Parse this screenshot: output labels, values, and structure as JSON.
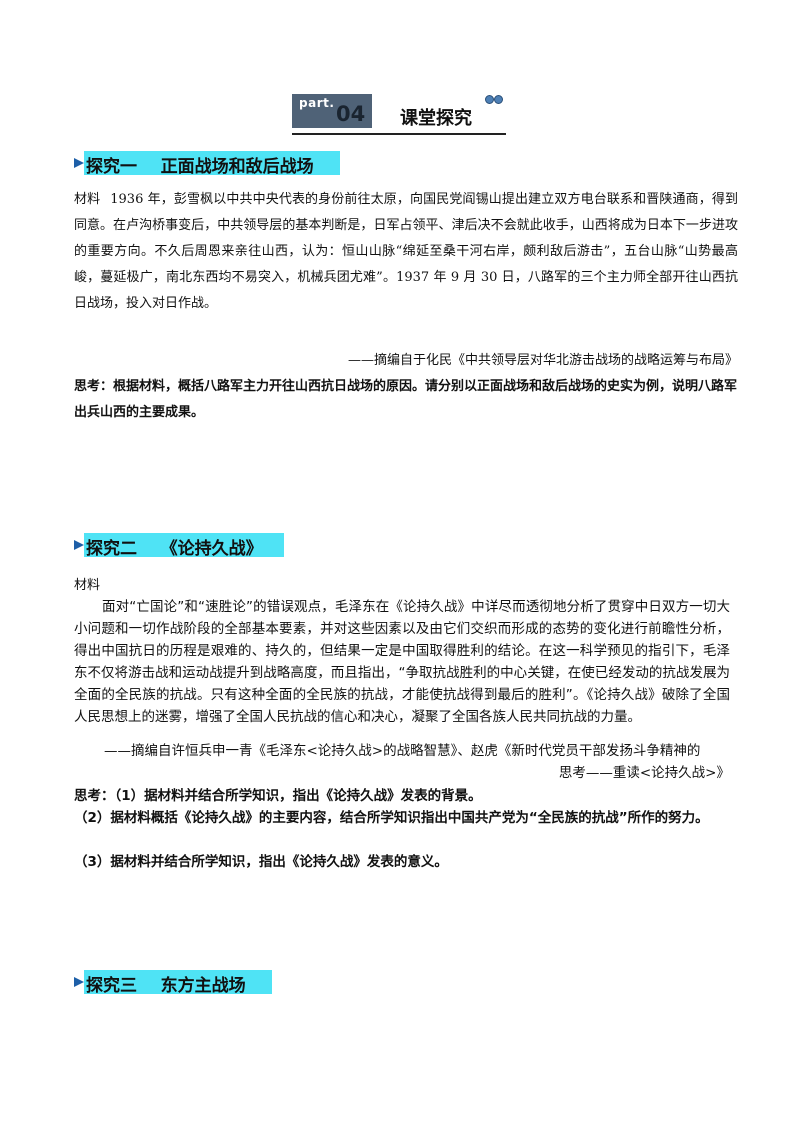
{
  "header": {
    "part_label": "part.",
    "part_number": "04",
    "title": "课堂探究"
  },
  "section1": {
    "heading": "探究一    正面战场和敌后战场",
    "material_label": "材料",
    "material_text": "1936 年，彭雪枫以中共中央代表的身份前往太原，向国民党阎锡山提出建立双方电台联系和晋陕通商，得到同意。在卢沟桥事变后，中共领导层的基本判断是，日军占领平、津后决不会就此收手，山西将成为日本下一步进攻的重要方向。不久后周恩来亲往山西，认为：恒山山脉“绵延至桑干河右岸，颇利敌后游击”，五台山脉“山势最高峻，蔓延极广，南北东西均不易突入，机械兵团尤难”。1937 年 9 月 30 日，八路军的三个主力师全部开往山西抗日战场，投入对日作战。",
    "source": "——摘编自于化民《中共领导层对华北游击战场的战略运筹与布局》",
    "question": "思考：根据材料，概括八路军主力开往山西抗日战场的原因。请分别以正面战场和敌后战场的史实为例，说明八路军出兵山西的主要成果。"
  },
  "section2": {
    "heading": "探究二    《论持久战》",
    "material_label": "材料",
    "material_text": "面对“亡国论”和“速胜论”的错误观点，毛泽东在《论持久战》中详尽而透彻地分析了贯穿中日双方一切大小问题和一切作战阶段的全部基本要素，并对这些因素以及由它们交织而形成的态势的变化进行前瞻性分析，得出中国抗日的历程是艰难的、持久的，但结果一定是中国取得胜利的结论。在这一科学预见的指引下，毛泽东不仅将游击战和运动战提升到战略高度，而且指出，“争取抗战胜利的中心关键，在使已经发动的抗战发展为全面的全民族的抗战。只有这种全面的全民族的抗战，才能使抗战得到最后的胜利”。《论持久战》破除了全国人民思想上的迷雾，增强了全国人民抗战的信心和决心，凝聚了全国各族人民共同抗战的力量。",
    "source_line1": "——摘编自许恒兵申一青《毛泽东<论持久战>的战略智慧》、赵虎《新时代党员干部发扬斗争精神的",
    "source_line2": "思考——重读<论持久战>》",
    "q1": "思考：（1）据材料并结合所学知识，指出《论持久战》发表的背景。",
    "q2": "（2）据材料概括《论持久战》的主要内容，结合所学知识指出中国共产党为“全民族的抗战”所作的努力。",
    "q3": "（3）据材料并结合所学知识，指出《论持久战》发表的意义。"
  },
  "section3": {
    "heading": "探究三    东方主战场"
  },
  "colors": {
    "heading_highlight": "#4fe3f5",
    "arrow": "#1d5fa8",
    "header_box": "#4f6277"
  }
}
